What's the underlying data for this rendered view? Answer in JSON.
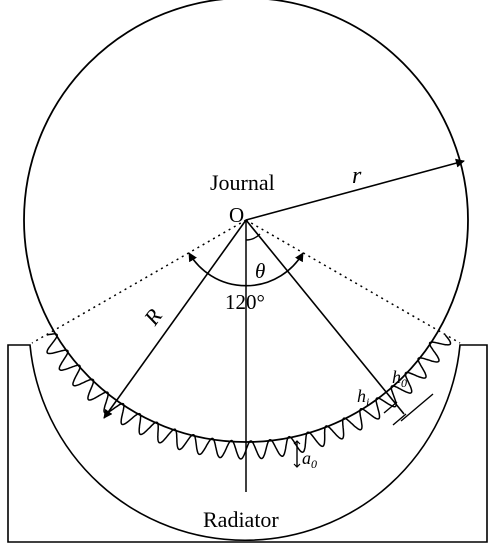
{
  "diagram": {
    "labels": {
      "journal": "Journal",
      "center": "O",
      "radius_r": "r",
      "radius_R": "R",
      "theta": "θ",
      "angle": "120°",
      "radiator": "Radiator",
      "h_i": "h",
      "h_i_sub": "i",
      "h_0": "h",
      "h_0_sub": "0",
      "a_0": "a",
      "a_0_sub": "0"
    },
    "colors": {
      "stroke": "#000000",
      "background": "#ffffff"
    }
  }
}
